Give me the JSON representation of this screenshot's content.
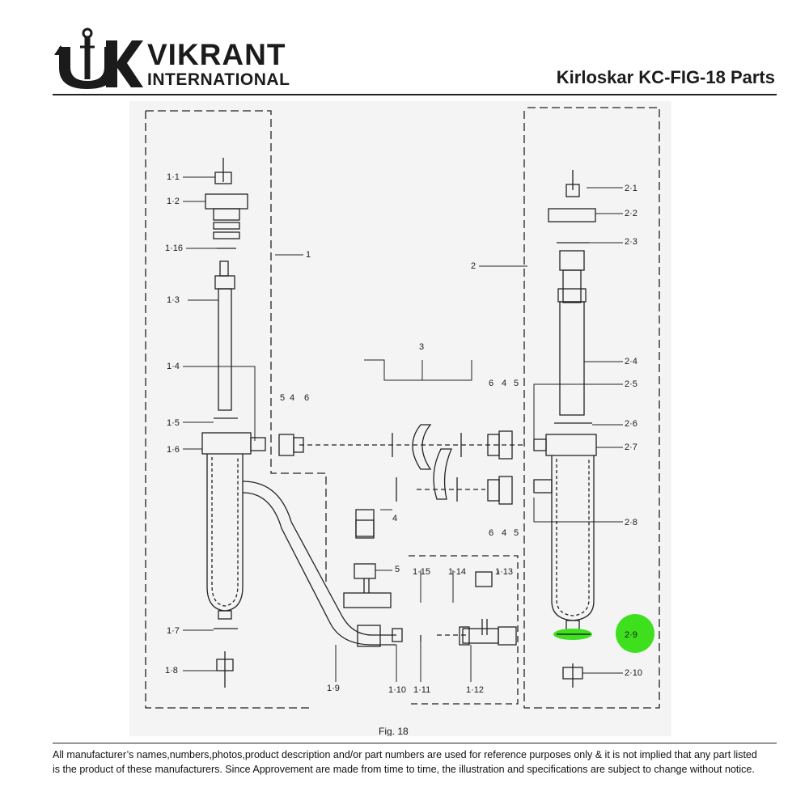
{
  "header": {
    "brand_name": "VIKRANT",
    "brand_sub": "INTERNATIONAL",
    "doc_title": "Kirloskar KC-FIG-18 Parts"
  },
  "diagram": {
    "figure_caption": "Fig. 18",
    "highlight_color": "#3ee01e",
    "group_labels": [
      "1",
      "2",
      "3"
    ],
    "labels": {
      "l1_1": "1·1",
      "l1_2": "1·2",
      "l1_16": "1·16",
      "l1_3": "1·3",
      "l1_4": "1·4",
      "l1_5": "1·5",
      "l1_6": "1·6",
      "l1_7": "1·7",
      "l1_8": "1·8",
      "l1_9": "1·9",
      "l1_10": "1·10",
      "l1_11": "1·11",
      "l1_12": "1·12",
      "l1_13": "1·13",
      "l1_14": "1·14",
      "l1_15": "1·15",
      "l2_1": "2·1",
      "l2_2": "2·2",
      "l2_3": "2·3",
      "l2_4": "2·4",
      "l2_5": "2·5",
      "l2_6": "2·6",
      "l2_7": "2·7",
      "l2_8": "2·8",
      "l2_9": "2·9",
      "l2_10": "2·10",
      "n4": "4",
      "n5": "5",
      "n6": "6"
    }
  },
  "footer": {
    "line1": "All manufacturer’s names,numbers,photos,product description and/or part numbers are used for reference purposes only & it is not implied that any part listed",
    "line2": "is the product of these manufacturers.  Since Approvement are made from time to time,  the illustration and specifications are subject to change without notice."
  }
}
